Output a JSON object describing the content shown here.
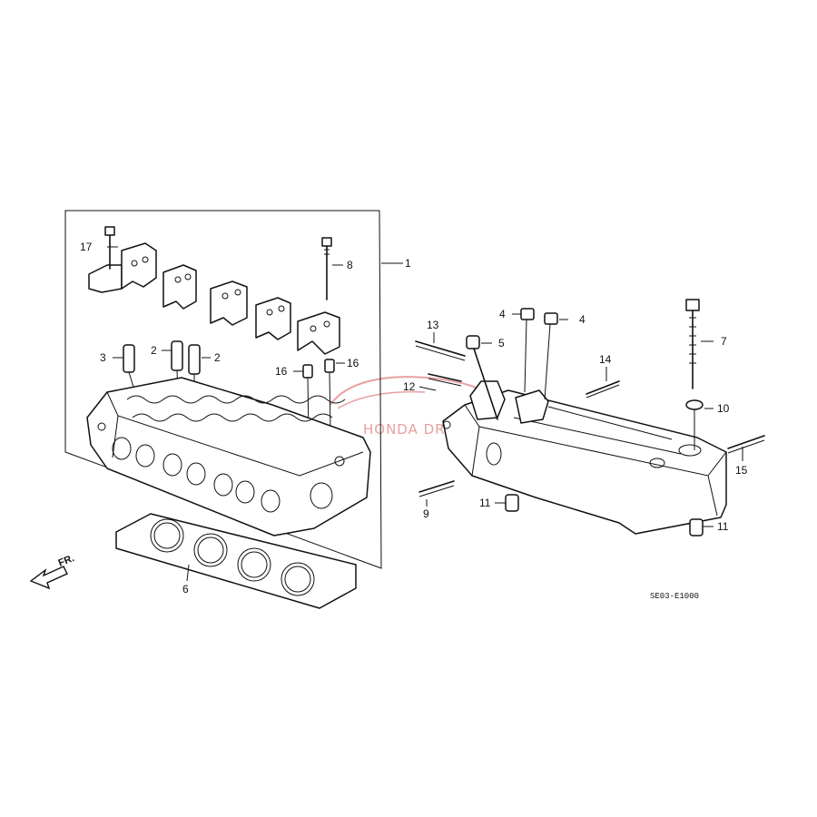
{
  "diagram": {
    "callouts": [
      "1",
      "2",
      "2",
      "3",
      "4",
      "4",
      "5",
      "6",
      "7",
      "8",
      "9",
      "10",
      "11",
      "11",
      "12",
      "13",
      "14",
      "15",
      "16",
      "16",
      "17"
    ],
    "front_marker": "FR.",
    "diagram_code": "SE03-E1000",
    "watermark": "HONDA DREAM"
  },
  "colors": {
    "line": "#111111",
    "background": "#ffffff",
    "watermark": "#e9a0a0"
  }
}
